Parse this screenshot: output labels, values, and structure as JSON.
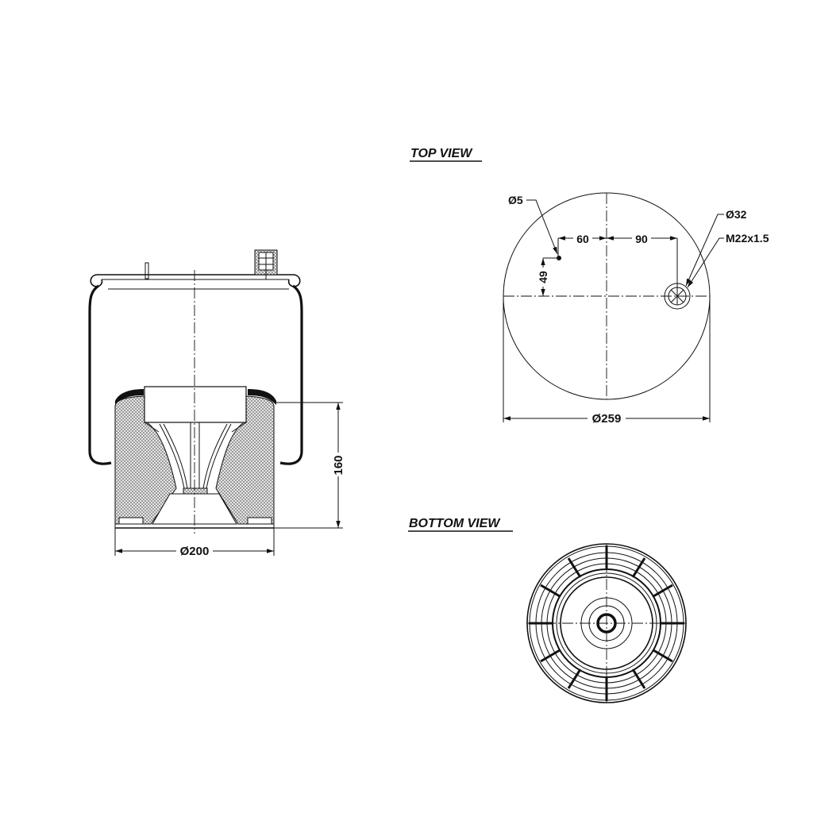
{
  "drawing": {
    "subject": "air spring technical drawing",
    "colors": {
      "line": "#111111",
      "background": "#ffffff",
      "hatch": "#bdbdbd"
    }
  },
  "side_view": {
    "dimensions": {
      "height": "160",
      "piston_diameter": "Ø200"
    }
  },
  "top_view": {
    "title": "TOP VIEW",
    "dimensions": {
      "hole_diameter": "Ø5",
      "offset_left": "60",
      "offset_right": "90",
      "offset_vertical": "49",
      "port_diameter": "Ø32",
      "thread": "M22x1.5",
      "outer_diameter": "Ø259"
    }
  },
  "bottom_view": {
    "title": "BOTTOM VIEW"
  }
}
